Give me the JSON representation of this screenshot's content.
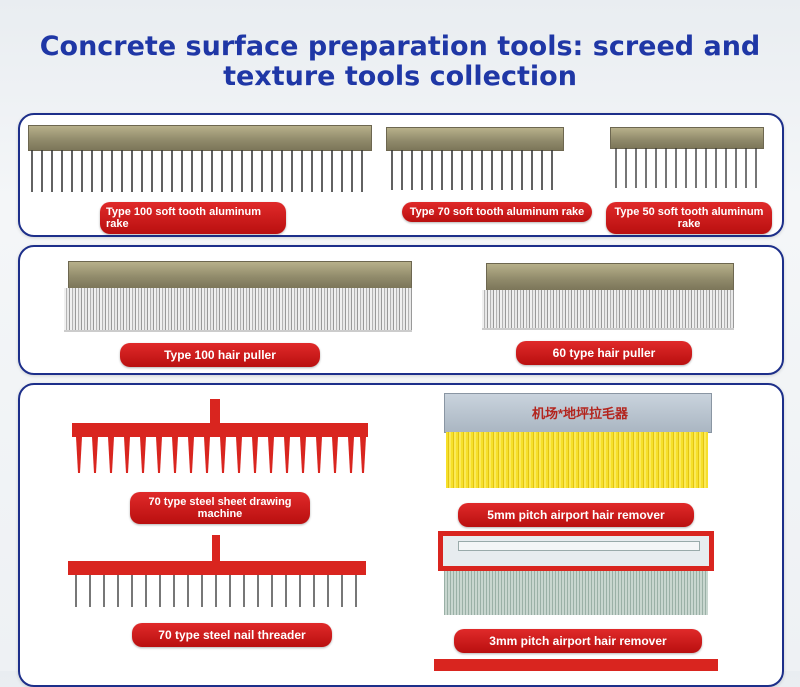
{
  "title": {
    "line1": "Concrete surface preparation tools: screed and",
    "line2": "texture tools collection"
  },
  "panel1": {
    "items": [
      {
        "label": "Type 100 soft tooth aluminum rake"
      },
      {
        "label": "Type 70 soft tooth aluminum rake"
      },
      {
        "label": "Type 50 soft tooth aluminum rake"
      }
    ]
  },
  "panel2": {
    "items": [
      {
        "label": "Type 100 hair puller"
      },
      {
        "label": "60 type hair puller"
      }
    ]
  },
  "panel3": {
    "items": [
      {
        "label": "70 type steel sheet drawing machine"
      },
      {
        "label": "5mm pitch airport hair remover"
      },
      {
        "label": "70 type steel nail threader"
      },
      {
        "label": "3mm pitch airport hair remover"
      }
    ],
    "stamp_text": "机场*地坪拉毛器"
  },
  "colors": {
    "title": "#1f37a6",
    "panel_border": "#1d2f8a",
    "label_bg": "#d21d1d",
    "tool_red": "#d9251f",
    "bristle_yellow": "#f6e02a"
  }
}
